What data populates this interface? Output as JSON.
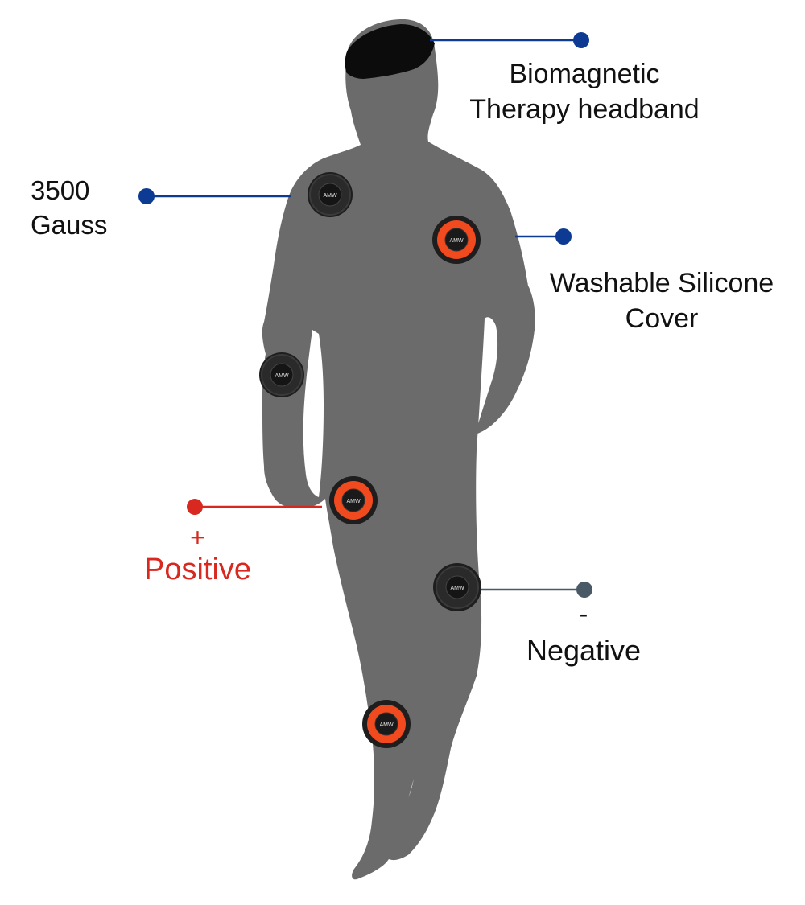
{
  "colors": {
    "background": "#ffffff",
    "silhouette": "#6b6b6b",
    "headband": "#0c0c0c",
    "blue_callout": "#0d3a92",
    "positive_callout": "#d8281f",
    "negative_callout": "#4a5966",
    "magnet_black": "#1e1e1e",
    "magnet_orange": "#f04a1e"
  },
  "labels": {
    "headband": [
      "Biomagnetic",
      "Therapy headband"
    ],
    "gauss": [
      "3500",
      "Gauss"
    ],
    "cover": [
      "Washable Silicone",
      "Cover"
    ],
    "positive": {
      "sign": "+",
      "text": "Positive"
    },
    "negative": {
      "sign": "-",
      "text": "Negative"
    }
  },
  "magnets": [
    {
      "id": "shoulder-left",
      "type": "negative",
      "logo": "AMW"
    },
    {
      "id": "chest-right",
      "type": "positive",
      "logo": "AMW"
    },
    {
      "id": "forearm",
      "type": "negative",
      "logo": "AMW"
    },
    {
      "id": "thigh",
      "type": "positive",
      "logo": "AMW"
    },
    {
      "id": "knee",
      "type": "negative",
      "logo": "AMW"
    },
    {
      "id": "shin",
      "type": "positive",
      "logo": "AMW"
    }
  ]
}
